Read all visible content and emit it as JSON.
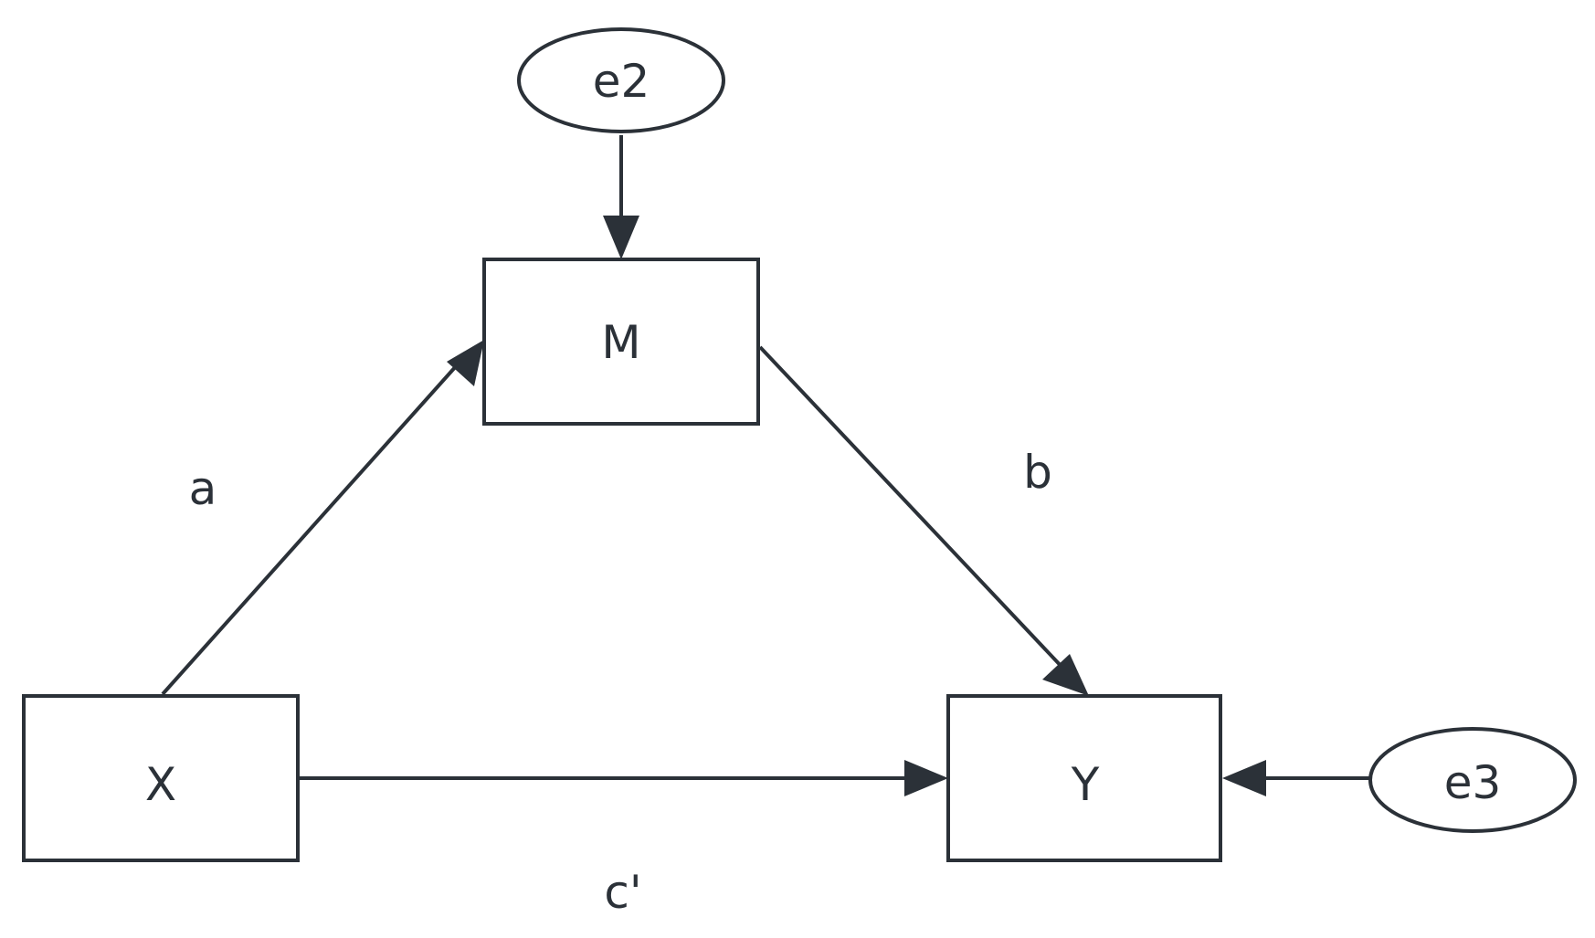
{
  "nodes": {
    "x": {
      "label": "X"
    },
    "m": {
      "label": "M"
    },
    "y": {
      "label": "Y"
    },
    "e2": {
      "label": "e2"
    },
    "e3": {
      "label": "e3"
    }
  },
  "paths": {
    "a": {
      "label": "a",
      "from": "X",
      "to": "M"
    },
    "b": {
      "label": "b",
      "from": "M",
      "to": "Y"
    },
    "c_prime": {
      "label": "c'",
      "from": "X",
      "to": "Y"
    },
    "e2_m": {
      "from": "e2",
      "to": "M"
    },
    "e3_y": {
      "from": "e3",
      "to": "Y"
    }
  },
  "colors": {
    "stroke": "#2b3138",
    "background": "#ffffff"
  }
}
